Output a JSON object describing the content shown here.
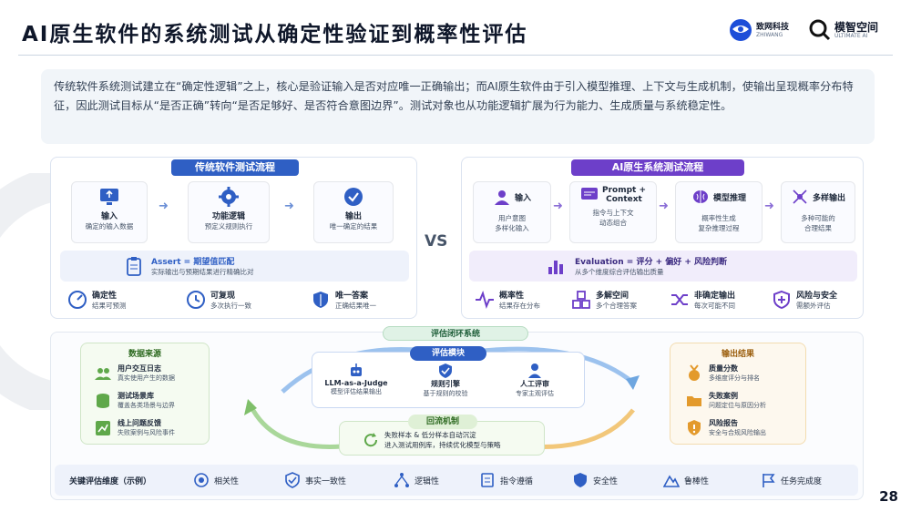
{
  "header": {
    "title": "AI原生软件的系统测试从确定性验证到概率性评估",
    "logo1_name": "致网科技",
    "logo1_sub": "ZHIWANG",
    "logo2_name": "模智空间",
    "logo2_sub": "ULTIMATE AI"
  },
  "intro": "传统软件系统测试建立在“确定性逻辑”之上，核心是验证输入是否对应唯一正确输出；而AI原生软件由于引入模型推理、上下文与生成机制，使输出呈现概率分布特征，因此测试目标从“是否正确”转向“是否足够好、是否符合意图边界”。测试对象也从功能逻辑扩展为行为能力、生成质量与系统稳定性。",
  "traditional": {
    "title": "传统软件测试流程",
    "steps": [
      {
        "label": "输入",
        "desc": "确定的输入数据"
      },
      {
        "label": "功能逻辑",
        "desc": "预定义规则执行"
      },
      {
        "label": "输出",
        "desc": "唯一确定的结果"
      }
    ],
    "assert_title": "Assert = 期望值匹配",
    "assert_desc": "实际输出与预期结果进行精确比对",
    "features": [
      {
        "label": "确定性",
        "desc": "结果可预测"
      },
      {
        "label": "可复现",
        "desc": "多次执行一致"
      },
      {
        "label": "唯一答案",
        "desc": "正确结果唯一"
      }
    ]
  },
  "vs": "VS",
  "ai": {
    "title": "AI原生系统测试流程",
    "steps": [
      {
        "label": "输入",
        "desc1": "用户意图",
        "desc2": "多样化输入"
      },
      {
        "label": "Prompt +",
        "label2": "Context",
        "desc1": "指令与上下文",
        "desc2": "动态组合"
      },
      {
        "label": "模型推理",
        "desc1": "概率性生成",
        "desc2": "复杂推理过程"
      },
      {
        "label": "多样输出",
        "desc1": "多种可能的",
        "desc2": "合理结果"
      }
    ],
    "eval_title": "Evaluation = 评分 + 偏好 + 风险判断",
    "eval_desc": "从多个维度综合评估输出质量",
    "features": [
      {
        "label": "概率性",
        "desc": "结果存在分布"
      },
      {
        "label": "多解空间",
        "desc": "多个合理答案"
      },
      {
        "label": "非确定输出",
        "desc": "每次可能不同"
      },
      {
        "label": "风险与安全",
        "desc": "需额外评估"
      }
    ]
  },
  "loop": {
    "title": "评估闭环系统",
    "module_title": "评估模块",
    "modules": [
      {
        "label": "LLM-as-a-Judge",
        "desc": "模型评估结果输出"
      },
      {
        "label": "规则引擎",
        "desc": "基于规则的校验"
      },
      {
        "label": "人工评审",
        "desc": "专家主观评估"
      }
    ],
    "feedback_title": "回流机制",
    "feedback_l1": "失败样本 & 低分样本自动沉淀",
    "feedback_l2": "进入测试用例库，持续优化模型与策略"
  },
  "sources": {
    "title": "数据来源",
    "items": [
      {
        "label": "用户交互日志",
        "desc": "真实使用产生的数据"
      },
      {
        "label": "测试场景库",
        "desc": "覆盖各类场景与边界"
      },
      {
        "label": "线上问题反馈",
        "desc": "失败案例与风险事件"
      }
    ]
  },
  "outputs": {
    "title": "输出结果",
    "items": [
      {
        "label": "质量分数",
        "desc": "多维度评分与排名"
      },
      {
        "label": "失败案例",
        "desc": "问题定位与原因分析"
      },
      {
        "label": "风险报告",
        "desc": "安全与合规风险输出"
      }
    ]
  },
  "dimensions": {
    "title": "关键评估维度（示例）",
    "items": [
      "相关性",
      "事实一致性",
      "逻辑性",
      "指令遵循",
      "安全性",
      "鲁棒性",
      "任务完成度"
    ]
  },
  "page_number": "28",
  "colors": {
    "trad": "#2f5fc4",
    "ai": "#6d3fc9",
    "green": "#5fa84a",
    "orange": "#e39a2c"
  }
}
